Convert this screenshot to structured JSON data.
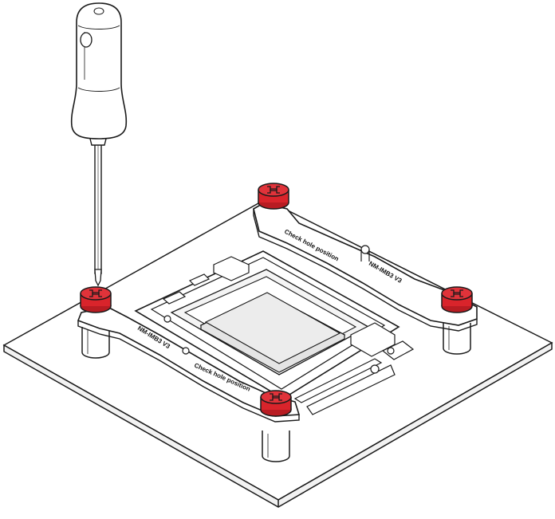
{
  "labels": {
    "bar_left_model": "NM-IMB3 V3",
    "bar_left_hint": "Check hole position",
    "bar_right_model": "NM-IMB3 V3",
    "bar_right_hint": "Check hole position"
  },
  "colors": {
    "accent": "#d9242b",
    "accent_dark": "#8a1015",
    "outline": "#1a1a1a",
    "fill": "#ffffff",
    "shade": "#e8e8e8"
  }
}
